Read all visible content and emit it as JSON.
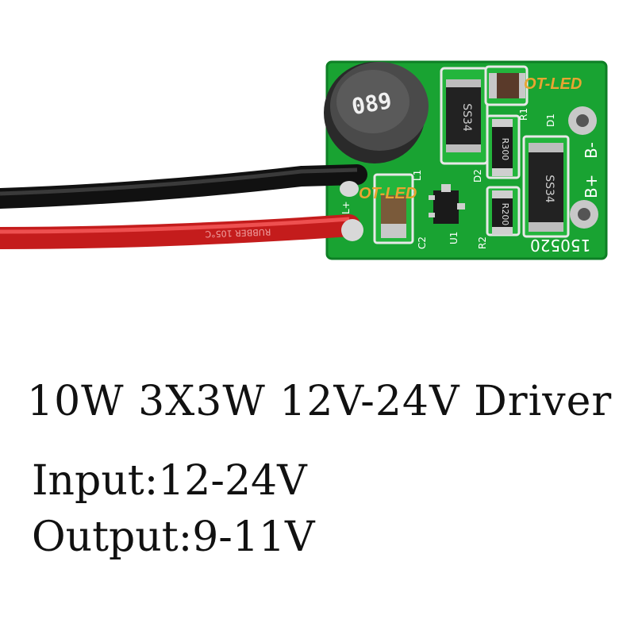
{
  "caption": {
    "title": "10W 3X3W 12V-24V Driver",
    "input": "Input:12-24V",
    "output": "Output:9-11V"
  },
  "board": {
    "inductor_marking": "089",
    "diode_marking_top": "SS34",
    "diode_marking_right": "SS34",
    "resistor_r1": "R300",
    "resistor_r2": "R200",
    "label_r1": "R1",
    "label_d1": "D1",
    "label_d2": "D2",
    "label_l1": "L1",
    "label_l_plus": "L+",
    "label_c2": "C2",
    "label_u1": "U1",
    "label_r2": "R2",
    "label_b_minus": "B-",
    "label_b_plus": "B+",
    "date_code": "150520",
    "watermark_top": "OT-LED",
    "watermark_mid": "OT-LED",
    "wire_print": "RUBBER 105°C",
    "colors": {
      "pcb": "#19a332",
      "pcb_dark": "#0e7f25",
      "wire_black": "#1a1a1a",
      "wire_red": "#d42424",
      "watermark": "#e8a531"
    }
  }
}
